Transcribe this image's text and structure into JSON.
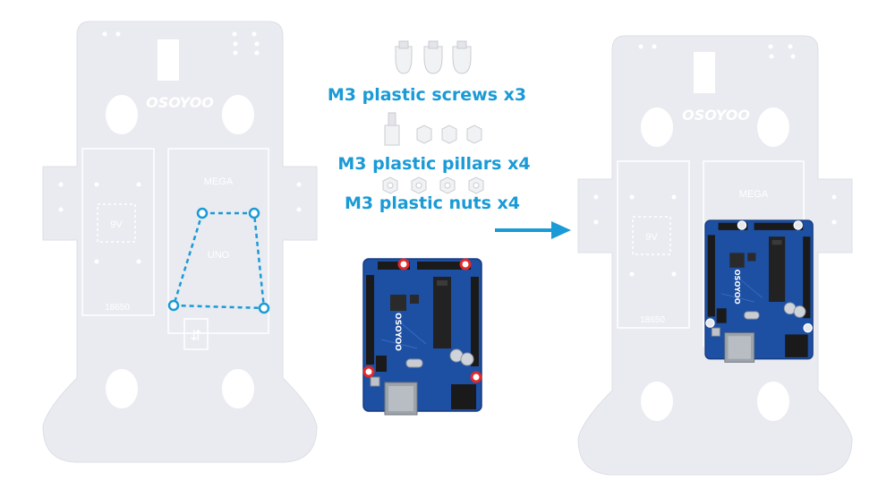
{
  "left_chassis": {
    "logo": "OSOYOO",
    "mega_label": "MEGA",
    "uno_label": "UNO",
    "battery_9v_label": "9V",
    "battery_18650_label": "18650"
  },
  "parts": {
    "screws_label": "M3 plastic screws x3",
    "pillars_label": "M3 plastic pillars x4",
    "nuts_label": "M3 plastic nuts x4"
  },
  "uno_board": {
    "logo": "OSOYOO"
  },
  "right_chassis": {
    "logo": "OSOYOO",
    "mega_label": "MEGA",
    "battery_9v_label": "9V",
    "battery_18650_label": "18650",
    "board_logo": "OSOYOO"
  },
  "colors": {
    "chassis": "#e9ebf0",
    "chassis_edge": "#dcdfe6",
    "accent_blue": "#1a9ad6",
    "board_blue": "#1d4fa3",
    "mount_hole_red": "#e02a2a"
  }
}
